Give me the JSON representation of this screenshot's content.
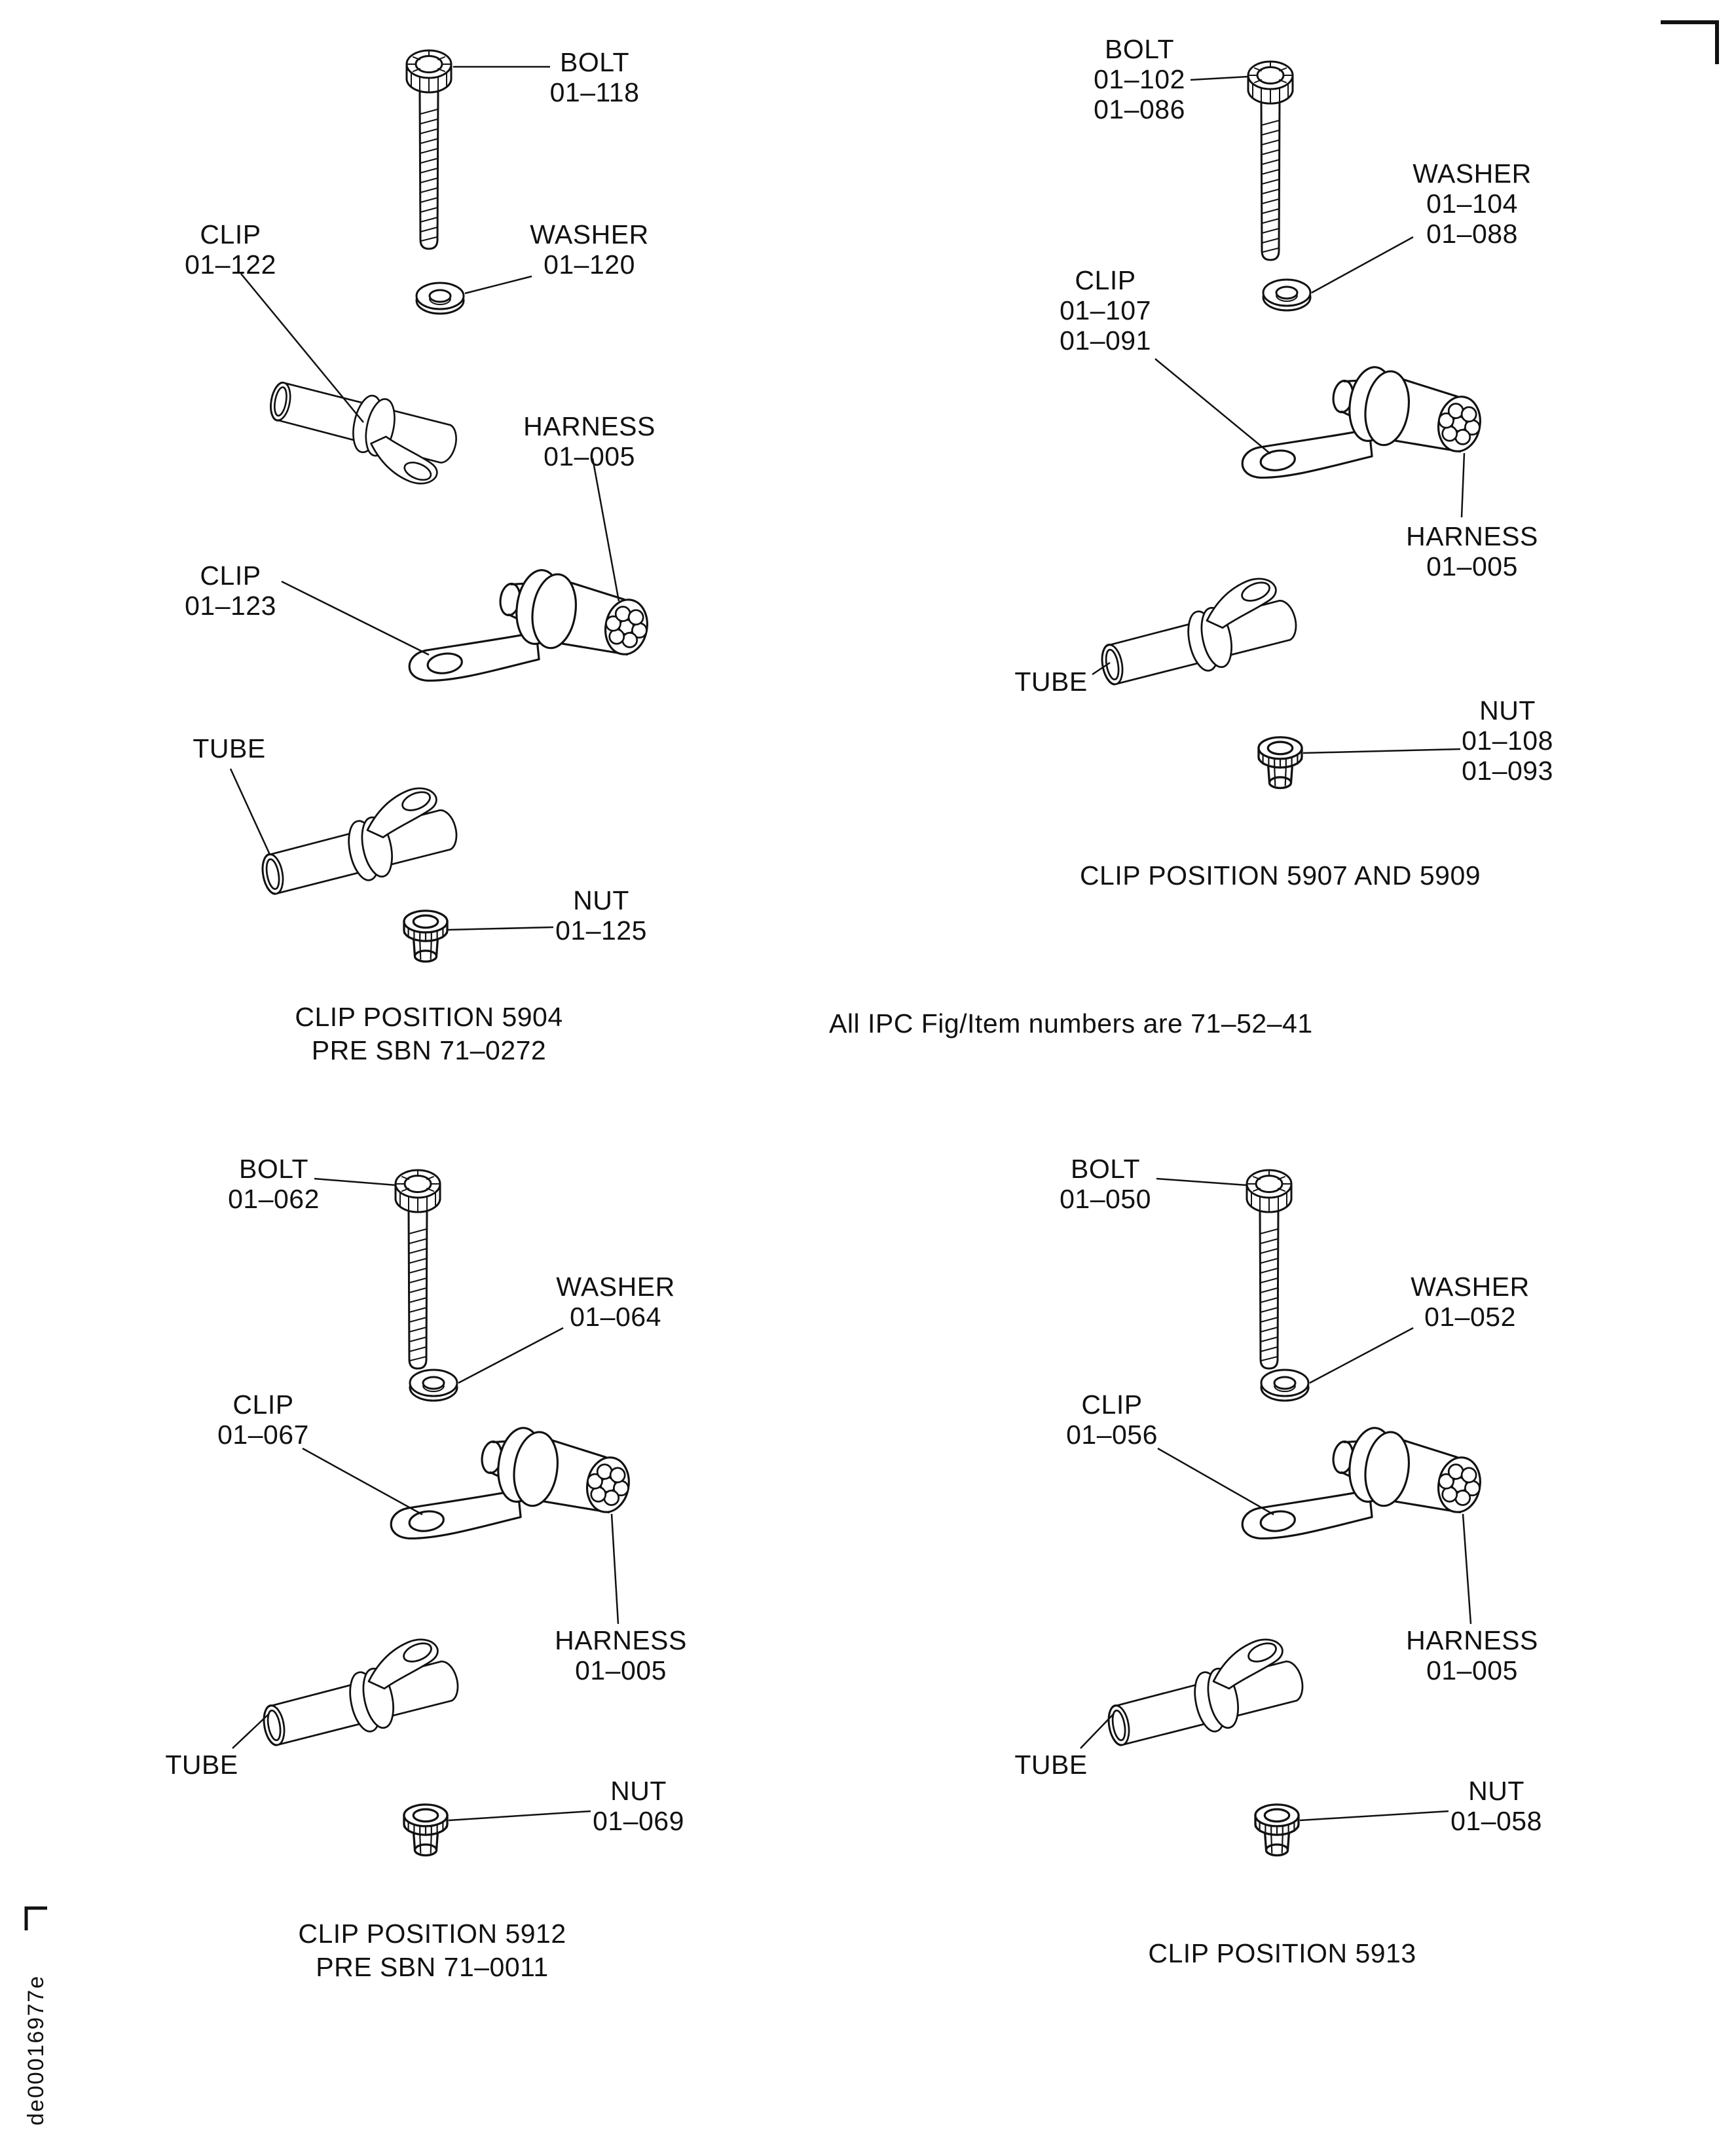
{
  "note": "All IPC Fig/Item numbers are 71–52–41",
  "doc_code": "de00016977e",
  "panels": [
    {
      "caption": [
        "CLIP POSITION 5904",
        "PRE SBN 71–0272"
      ],
      "labels": {
        "bolt": [
          "BOLT",
          "01–118"
        ],
        "washer": [
          "WASHER",
          "01–120"
        ],
        "clip1": [
          "CLIP",
          "01–122"
        ],
        "harness": [
          "HARNESS",
          "01–005"
        ],
        "clip2": [
          "CLIP",
          "01–123"
        ],
        "tube": [
          "TUBE"
        ],
        "nut": [
          "NUT",
          "01–125"
        ]
      }
    },
    {
      "caption": [
        "CLIP POSITION 5907 AND 5909"
      ],
      "labels": {
        "bolt": [
          "BOLT",
          "01–102",
          "01–086"
        ],
        "washer": [
          "WASHER",
          "01–104",
          "01–088"
        ],
        "clip": [
          "CLIP",
          "01–107",
          "01–091"
        ],
        "harness": [
          "HARNESS",
          "01–005"
        ],
        "tube": [
          "TUBE"
        ],
        "nut": [
          "NUT",
          "01–108",
          "01–093"
        ]
      }
    },
    {
      "caption": [
        "CLIP POSITION 5912",
        "PRE SBN 71–0011"
      ],
      "labels": {
        "bolt": [
          "BOLT",
          "01–062"
        ],
        "washer": [
          "WASHER",
          "01–064"
        ],
        "clip": [
          "CLIP",
          "01–067"
        ],
        "harness": [
          "HARNESS",
          "01–005"
        ],
        "tube": [
          "TUBE"
        ],
        "nut": [
          "NUT",
          "01–069"
        ]
      }
    },
    {
      "caption": [
        "CLIP POSITION 5913"
      ],
      "labels": {
        "bolt": [
          "BOLT",
          "01–050"
        ],
        "washer": [
          "WASHER",
          "01–052"
        ],
        "clip": [
          "CLIP",
          "01–056"
        ],
        "harness": [
          "HARNESS",
          "01–005"
        ],
        "tube": [
          "TUBE"
        ],
        "nut": [
          "NUT",
          "01–058"
        ]
      }
    }
  ]
}
